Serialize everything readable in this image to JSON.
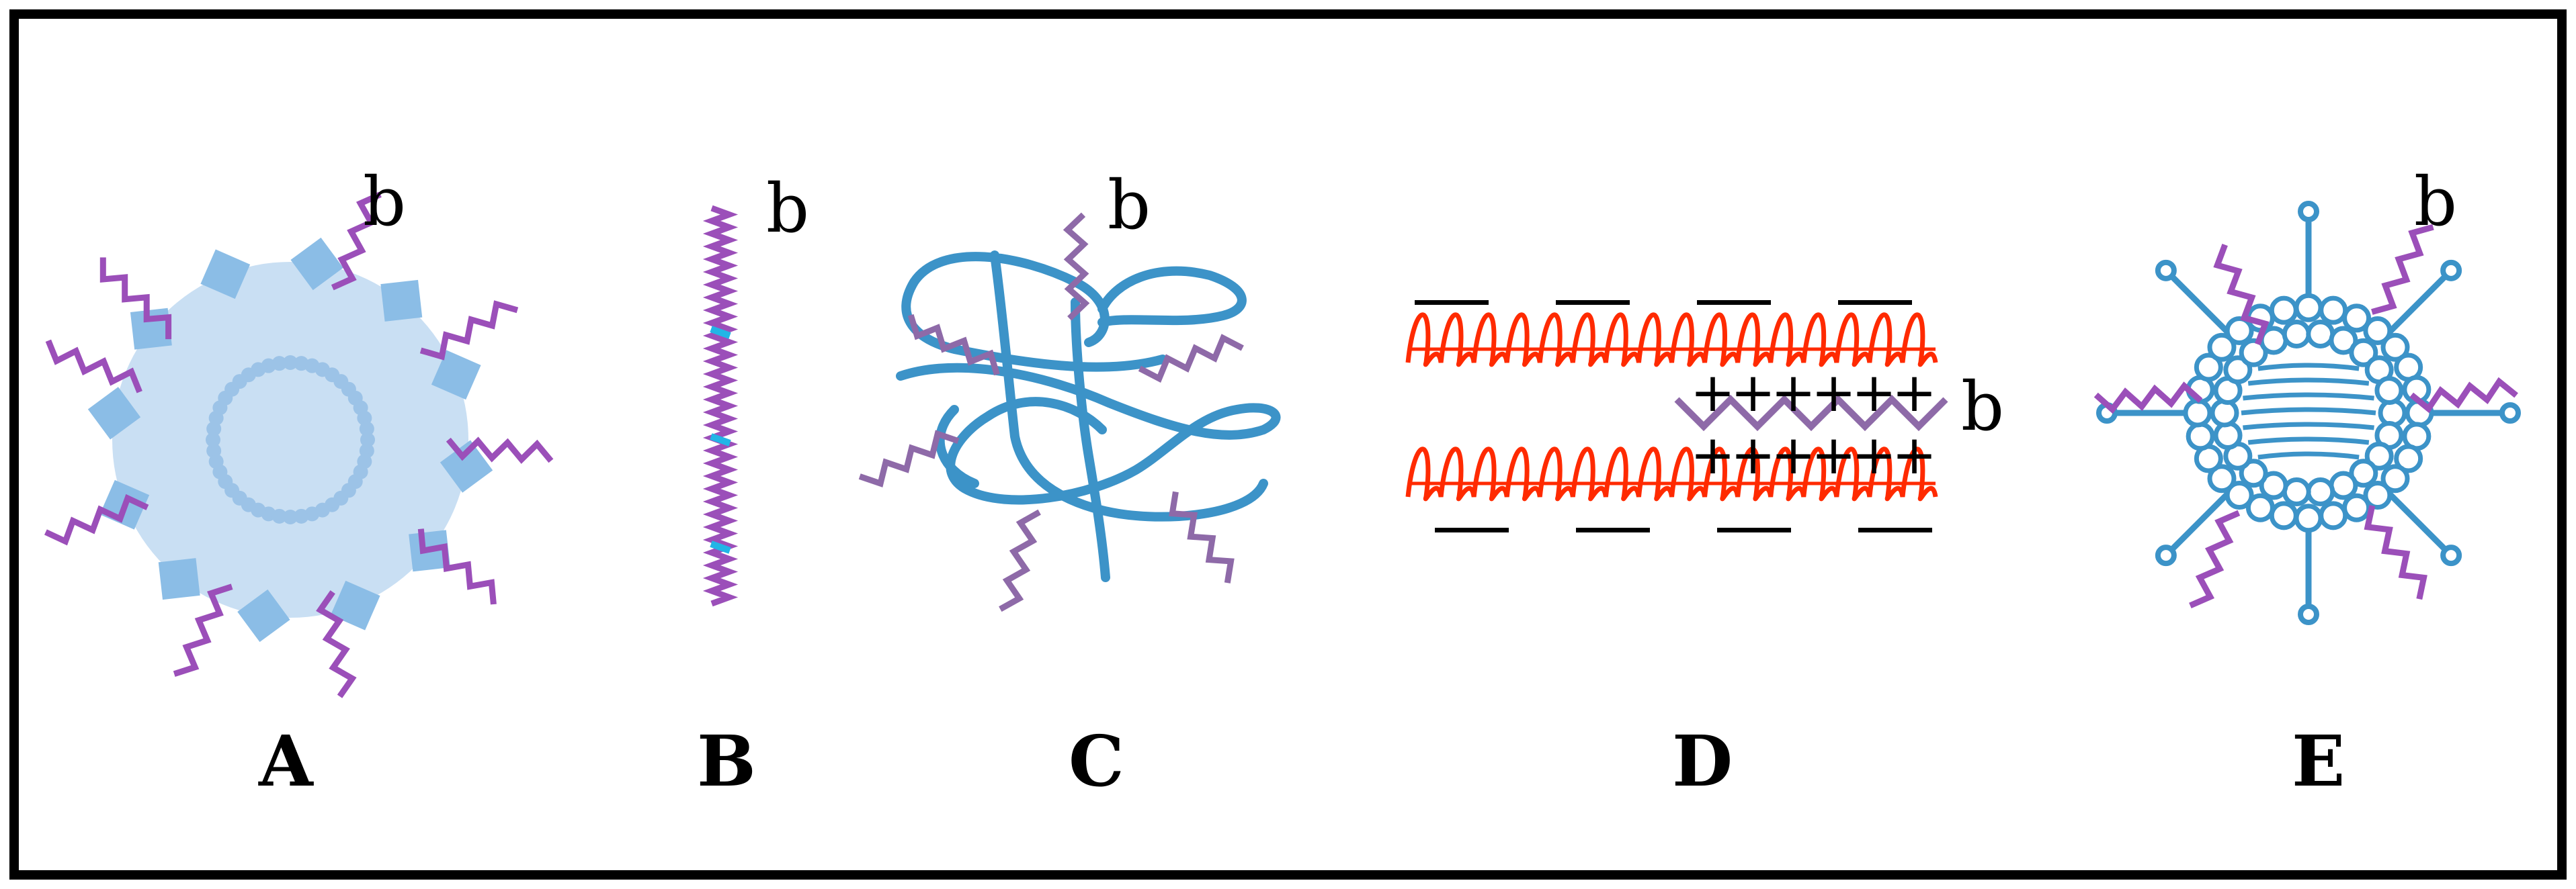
{
  "panels": [
    {
      "id": "A",
      "label": "A",
      "b_label": "b"
    },
    {
      "id": "B",
      "label": "B",
      "b_label": "b"
    },
    {
      "id": "C",
      "label": "C",
      "b_label": "b"
    },
    {
      "id": "D",
      "label": "D",
      "b_label": "b",
      "charge_pos": "+",
      "charge_neg": "—"
    },
    {
      "id": "E",
      "label": "E",
      "b_label": "b"
    }
  ],
  "colors": {
    "frame": "#000000",
    "ligand": "#9b4fb9",
    "ligand_alt": "#8e6aa8",
    "nanoparticle": "#c9dff3",
    "nanoparticle_block": "#8bbde6",
    "inner_ring": "#9cc3e7",
    "chain_accent": "#22b5e6",
    "polymer": "#3c93c8",
    "helix": "#ff2a00",
    "micelle": "#3c93c8",
    "text": "#000000"
  }
}
